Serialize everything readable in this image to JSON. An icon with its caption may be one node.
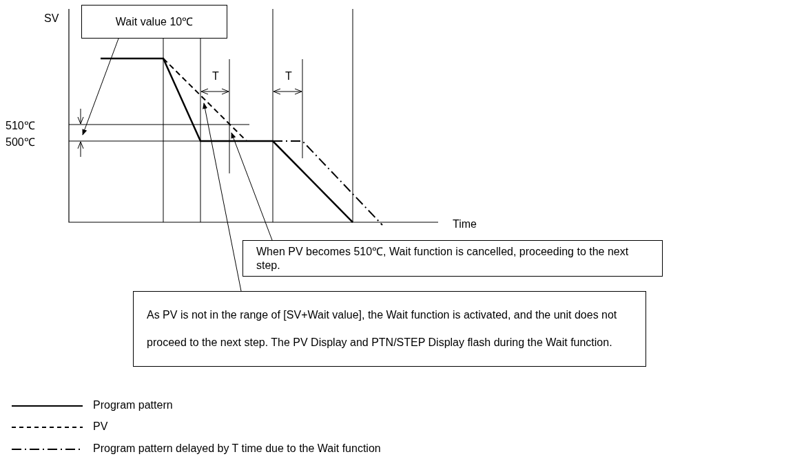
{
  "diagram": {
    "nodes": [
      {
        "text": [
          "Wait value 10℃"
        ]
      },
      {
        "text": [
          "When PV becomes 510℃, Wait function is cancelled, proceeding to the next step."
        ]
      },
      {
        "text": [
          "As PV is not in the range of [SV+Wait value], the Wait function is activated, and the unit does not proceed to the next step. The PV Display and PTN/STEP Display flash during the Wait function."
        ]
      }
    ],
    "edges": [
      {
        "from": 0,
        "to": null,
        "arrow": "to"
      },
      {
        "from": 1,
        "to": null,
        "arrow": "to"
      },
      {
        "from": 2,
        "to": null,
        "arrow": "to"
      }
    ],
    "labels": [
      "SV",
      "T",
      "T",
      "510℃",
      "500℃",
      "Time"
    ],
    "legend": [
      {
        "text": "Program pattern"
      },
      {
        "text": "PV"
      },
      {
        "text": "Program pattern delayed by T time due to the Wait function"
      }
    ]
  }
}
